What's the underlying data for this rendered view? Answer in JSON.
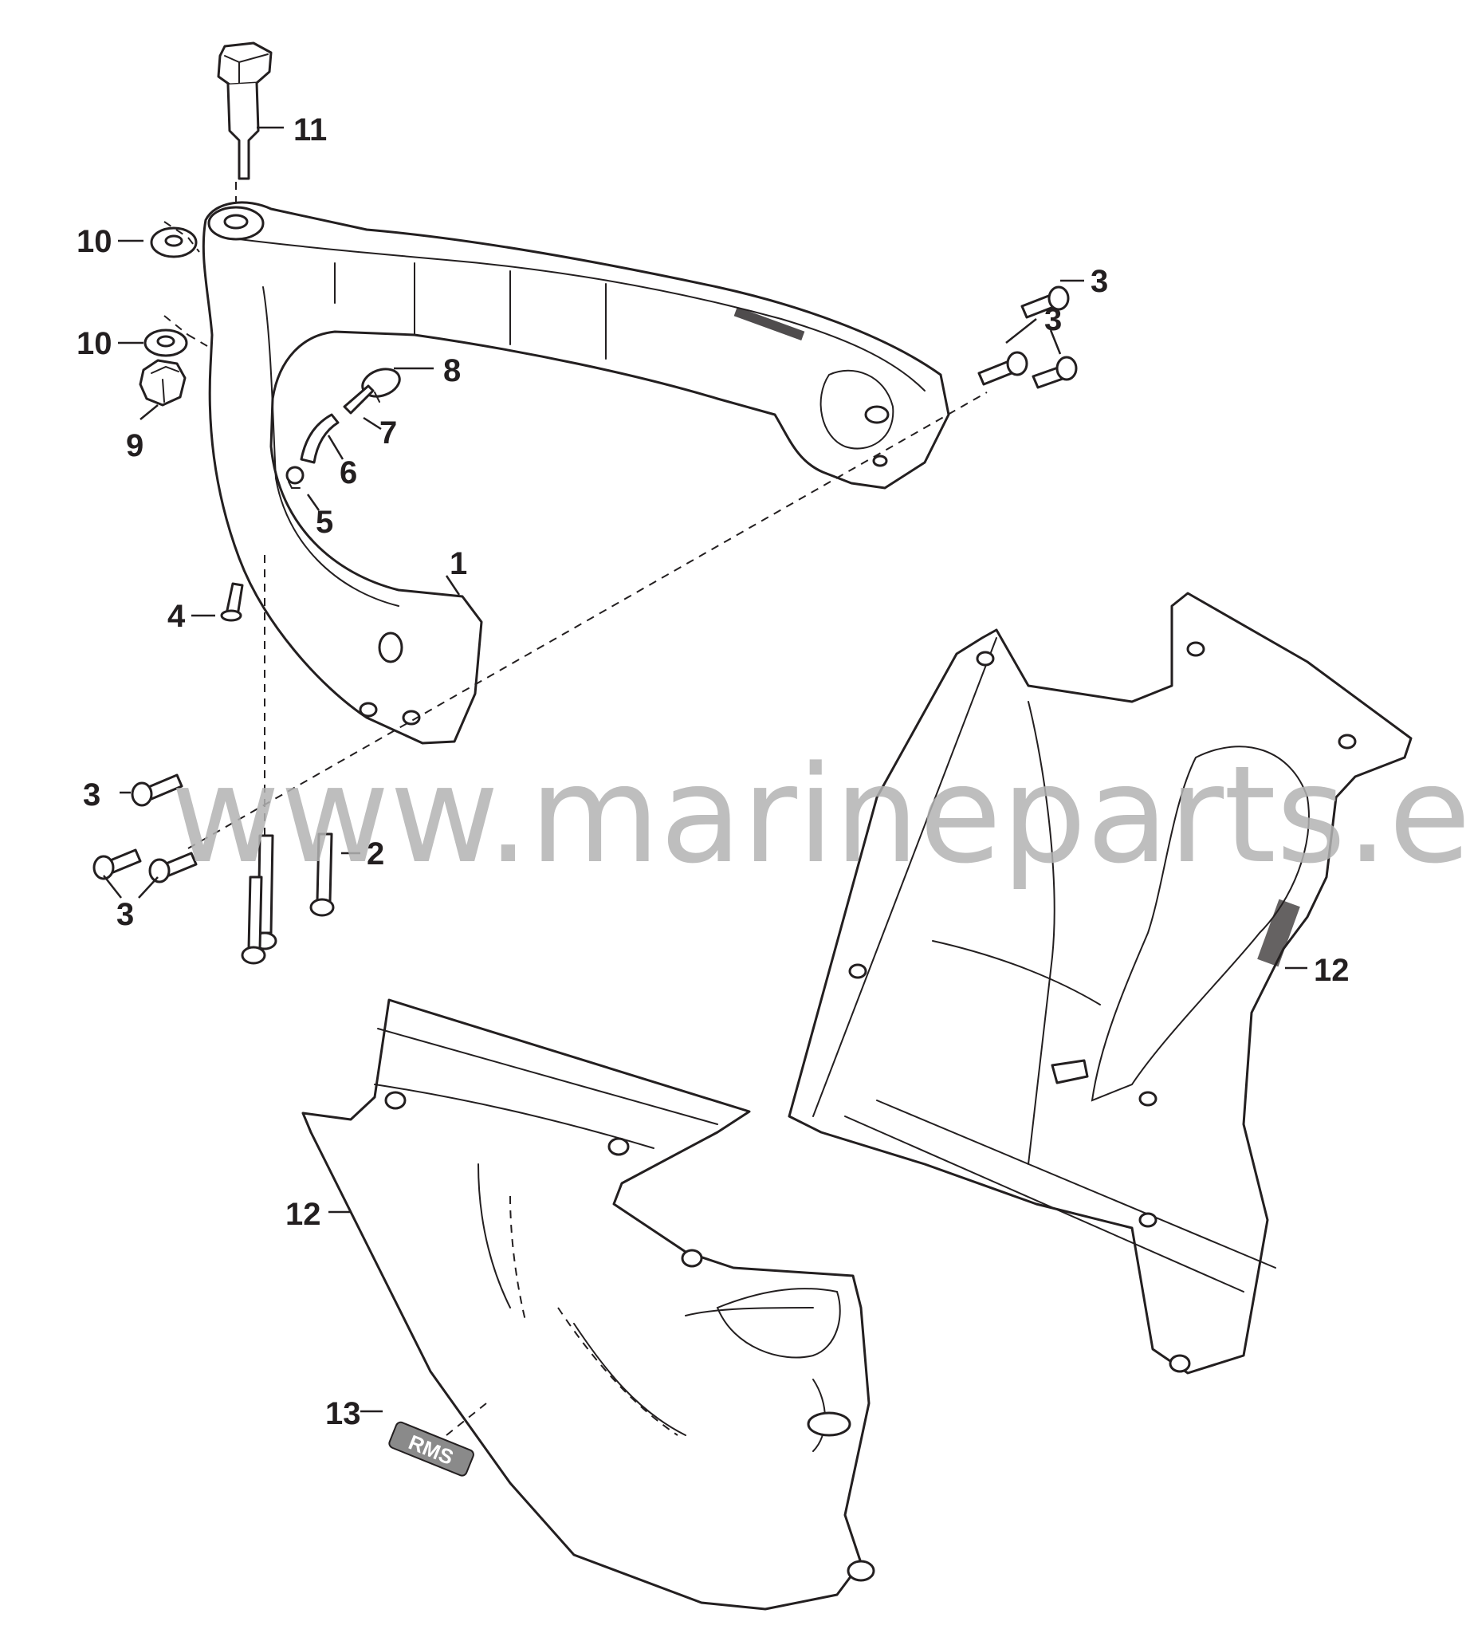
{
  "watermark": "www.marineparts.eu",
  "logo_text": "RMS",
  "colors": {
    "line": "#231f20",
    "watermark": "#b3b3b3",
    "background": "#ffffff"
  },
  "callouts": [
    {
      "id": "c1",
      "label": "1"
    },
    {
      "id": "c2",
      "label": "2"
    },
    {
      "id": "c3a",
      "label": "3"
    },
    {
      "id": "c3b",
      "label": "3"
    },
    {
      "id": "c3c",
      "label": "3"
    },
    {
      "id": "c3d",
      "label": "3"
    },
    {
      "id": "c4",
      "label": "4"
    },
    {
      "id": "c5",
      "label": "5"
    },
    {
      "id": "c6",
      "label": "6"
    },
    {
      "id": "c7",
      "label": "7"
    },
    {
      "id": "c8",
      "label": "8"
    },
    {
      "id": "c9",
      "label": "9"
    },
    {
      "id": "c10a",
      "label": "10"
    },
    {
      "id": "c10b",
      "label": "10"
    },
    {
      "id": "c11",
      "label": "11"
    },
    {
      "id": "c12a",
      "label": "12"
    },
    {
      "id": "c12b",
      "label": "12"
    },
    {
      "id": "c13",
      "label": "13"
    }
  ]
}
